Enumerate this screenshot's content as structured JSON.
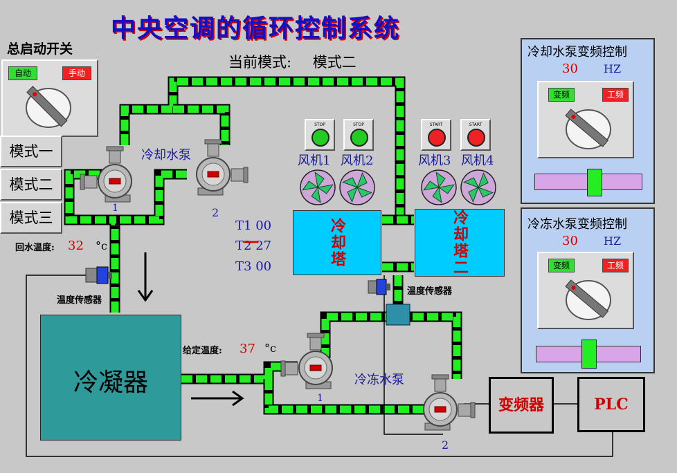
{
  "title": "中央空调的循环控制系统",
  "current_mode": {
    "label": "当前模式:",
    "value": "模式二"
  },
  "master_switch": {
    "title": "总启动开关",
    "auto": "自动",
    "manual": "手动"
  },
  "mode_buttons": [
    "模式一",
    "模式二",
    "模式三"
  ],
  "cooling_pump": {
    "label": "冷却水泵",
    "pump1": "1",
    "pump2": "2"
  },
  "fans": [
    {
      "label": "风机1",
      "button": "STOP",
      "color": "#22cc22"
    },
    {
      "label": "风机2",
      "button": "STOP",
      "color": "#22cc22"
    },
    {
      "label": "风机3",
      "button": "START",
      "color": "#ee2222"
    },
    {
      "label": "风机4",
      "button": "START",
      "color": "#ee2222"
    }
  ],
  "towers": [
    "冷却塔一",
    "冷却塔二"
  ],
  "temps": [
    {
      "label": "T1",
      "value": "00"
    },
    {
      "label": "T2",
      "value": "27"
    },
    {
      "label": "T3",
      "value": "00"
    }
  ],
  "return_temp": {
    "label": "回水温度:",
    "value": "32",
    "unit": "°c"
  },
  "sensor_label": "温度传感器",
  "setpoint": {
    "label": "给定温度:",
    "value": "37",
    "unit": "°c"
  },
  "condenser": "冷凝器",
  "chilled_pump": {
    "label": "冷冻水泵",
    "pump1": "1",
    "pump2": "2"
  },
  "vfd": "变频器",
  "plc": "PLC",
  "cooling_vfd": {
    "title": "冷却水泵变频控制",
    "freq": "30",
    "unit": "HZ",
    "vf": "变频",
    "pf": "工频",
    "slider_fraction": 0.55
  },
  "chilled_vfd": {
    "title": "冷冻水泵变频控制",
    "freq": "30",
    "unit": "HZ",
    "vf": "变频",
    "pf": "工频",
    "slider_fraction": 0.5
  },
  "colors": {
    "pipe": "#22ee22",
    "pipe_joint": "#000000",
    "tower": "#00ccff",
    "condenser": "#2e9a9a",
    "panel_blue": "#b9d0f2",
    "slider": "#d8a6e8"
  }
}
